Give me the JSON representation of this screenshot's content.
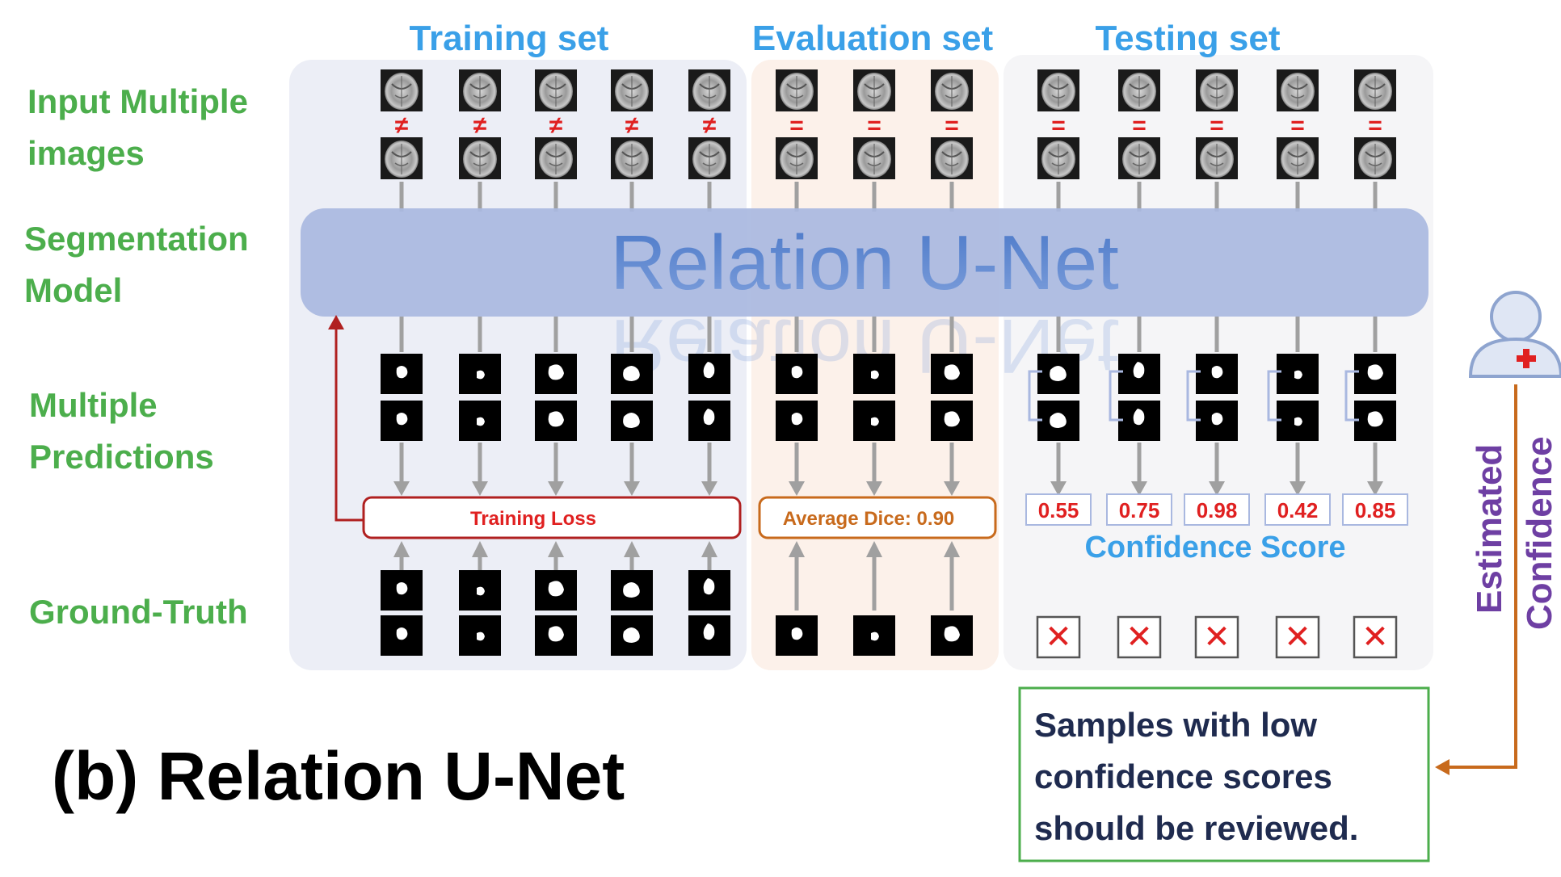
{
  "colors": {
    "green": "#4cae4c",
    "blue_text": "#3aa0e8",
    "red": "#e02020",
    "dark_red": "#b02020",
    "orange": "#c86a1c",
    "purple": "#6e3fa3",
    "navy": "#1f2b4f",
    "panel_train": "#eceef6",
    "panel_eval": "#fcf1ea",
    "panel_test": "#f5f5f7",
    "unet_band": "#a9b8e0",
    "arrow_gray": "#a0a0a0"
  },
  "sections": {
    "training": "Training set",
    "evaluation": "Evaluation set",
    "testing": "Testing set"
  },
  "row_labels": {
    "input_line1": "Input Multiple",
    "input_line2": "images",
    "seg_line1": "Segmentation",
    "seg_line2": "Model",
    "pred_line1": "Multiple",
    "pred_line2": "Predictions",
    "gt": "Ground-Truth"
  },
  "model_name": "Relation U-Net",
  "relations": {
    "not_equal": "≠",
    "equal": "="
  },
  "boxes": {
    "training_loss": "Training Loss",
    "average_dice": "Average Dice: 0.90"
  },
  "confidence_scores": [
    "0.55",
    "0.75",
    "0.98",
    "0.42",
    "0.85"
  ],
  "confidence_label": "Confidence Score",
  "no_ground_truth_mark": "✕",
  "estimated_line1": "Estimated",
  "estimated_line2": "Confidence",
  "review_note": {
    "line1": "Samples with low",
    "line2": "confidence scores",
    "line3": "should be reviewed."
  },
  "figure_caption": "(b) Relation U-Net",
  "icons": {
    "reviewer": "doctor-icon",
    "brain": "brain-mri-icon",
    "mask": "segmentation-mask-icon"
  }
}
